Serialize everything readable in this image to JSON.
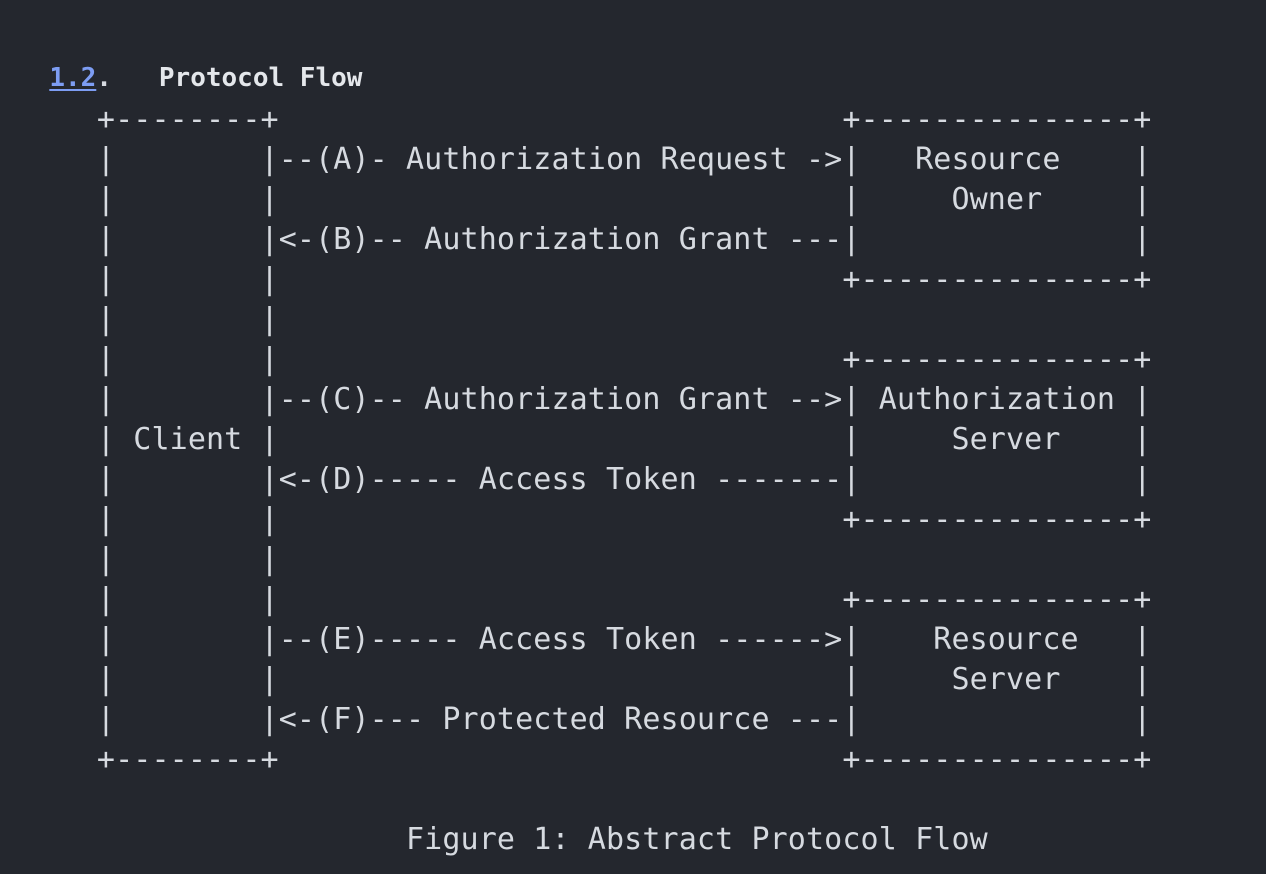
{
  "heading": {
    "number": "1.2",
    "separator": ".",
    "title": "Protocol Flow"
  },
  "colors": {
    "background": "#24272e",
    "text": "#d6dae0",
    "link": "#7d9df3",
    "heading": "#e4e7eb"
  },
  "figure": {
    "caption": "Figure 1: Abstract Protocol Flow",
    "caption_indent": 22,
    "art": "     +--------+                               +---------------+\n     |        |--(A)- Authorization Request ->|   Resource    |\n     |        |                               |     Owner     |\n     |        |<-(B)-- Authorization Grant ---|               |\n     |        |                               +---------------+\n     |        |\n     |        |                               +---------------+\n     |        |--(C)-- Authorization Grant -->| Authorization |\n     | Client |                               |     Server    |\n     |        |<-(D)----- Access Token -------|               |\n     |        |                               +---------------+\n     |        |\n     |        |                               +---------------+\n     |        |--(E)----- Access Token ------>|    Resource   |\n     |        |                               |     Server    |\n     |        |<-(F)--- Protected Resource ---|               |\n     +--------+                               +---------------+",
    "boxes": [
      {
        "name": "client",
        "label": "Client"
      },
      {
        "name": "resource-owner",
        "label_line_1": "Resource",
        "label_line_2": "Owner"
      },
      {
        "name": "authorization-server",
        "label_line_1": "Authorization",
        "label_line_2": "Server"
      },
      {
        "name": "resource-server",
        "label_line_1": "Resource",
        "label_line_2": "Server"
      }
    ],
    "steps": [
      {
        "key": "A",
        "label": "Authorization Request",
        "direction": "client-to-resource-owner",
        "arrow": "->"
      },
      {
        "key": "B",
        "label": "Authorization Grant",
        "direction": "resource-owner-to-client",
        "arrow": "<-"
      },
      {
        "key": "C",
        "label": "Authorization Grant",
        "direction": "client-to-authorization-server",
        "arrow": "-->"
      },
      {
        "key": "D",
        "label": "Access Token",
        "direction": "authorization-server-to-client",
        "arrow": "<-"
      },
      {
        "key": "E",
        "label": "Access Token",
        "direction": "client-to-resource-server",
        "arrow": "-->"
      },
      {
        "key": "F",
        "label": "Protected Resource",
        "direction": "resource-server-to-client",
        "arrow": "<-"
      }
    ]
  }
}
